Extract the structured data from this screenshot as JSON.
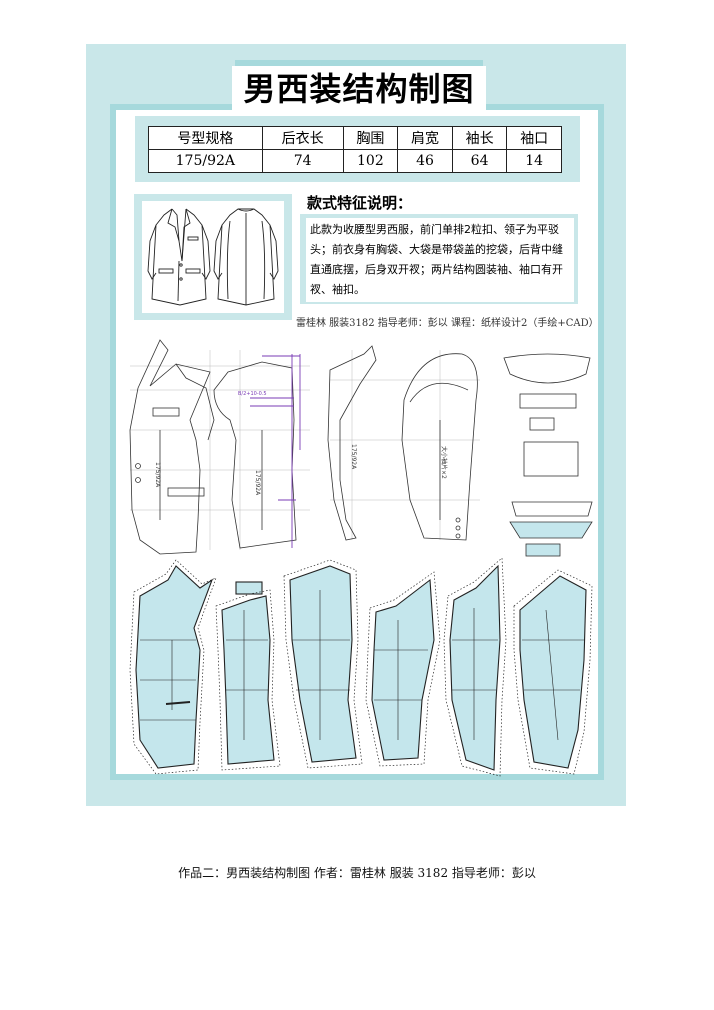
{
  "title": "男西装结构制图",
  "spec_table": {
    "headers": [
      "号型规格",
      "后衣长",
      "胸围",
      "肩宽",
      "袖长",
      "袖口"
    ],
    "values": [
      "175/92A",
      "74",
      "102",
      "46",
      "64",
      "14"
    ]
  },
  "description": {
    "heading": "款式特征说明：",
    "text": "此款为收腰型男西服，前门单排2粒扣、领子为平驳头；前衣身有胸袋、大袋是带袋盖的挖袋，后背中缝直通底摆，后身双开衩；两片结构圆装袖、袖口有开衩、袖扣。"
  },
  "author_line": "雷桂林  服装3182  指导老师：彭以  课程：纸样设计2（手绘+CAD）",
  "drafting_labels": {
    "front_grain": "175/92A",
    "back_grain": "175/92A",
    "sleeve_grain": "大小袖片×2",
    "chest_formula": "B/2+10-0.5"
  },
  "caption": "作品二：男西装结构制图  作者：雷桂林    服装 3182    指导老师：彭以",
  "colors": {
    "board": "#c9e7e9",
    "frame": "#a6d9dc",
    "piece_fill": "#c4e6ec",
    "measure": "#7a3bb5"
  }
}
